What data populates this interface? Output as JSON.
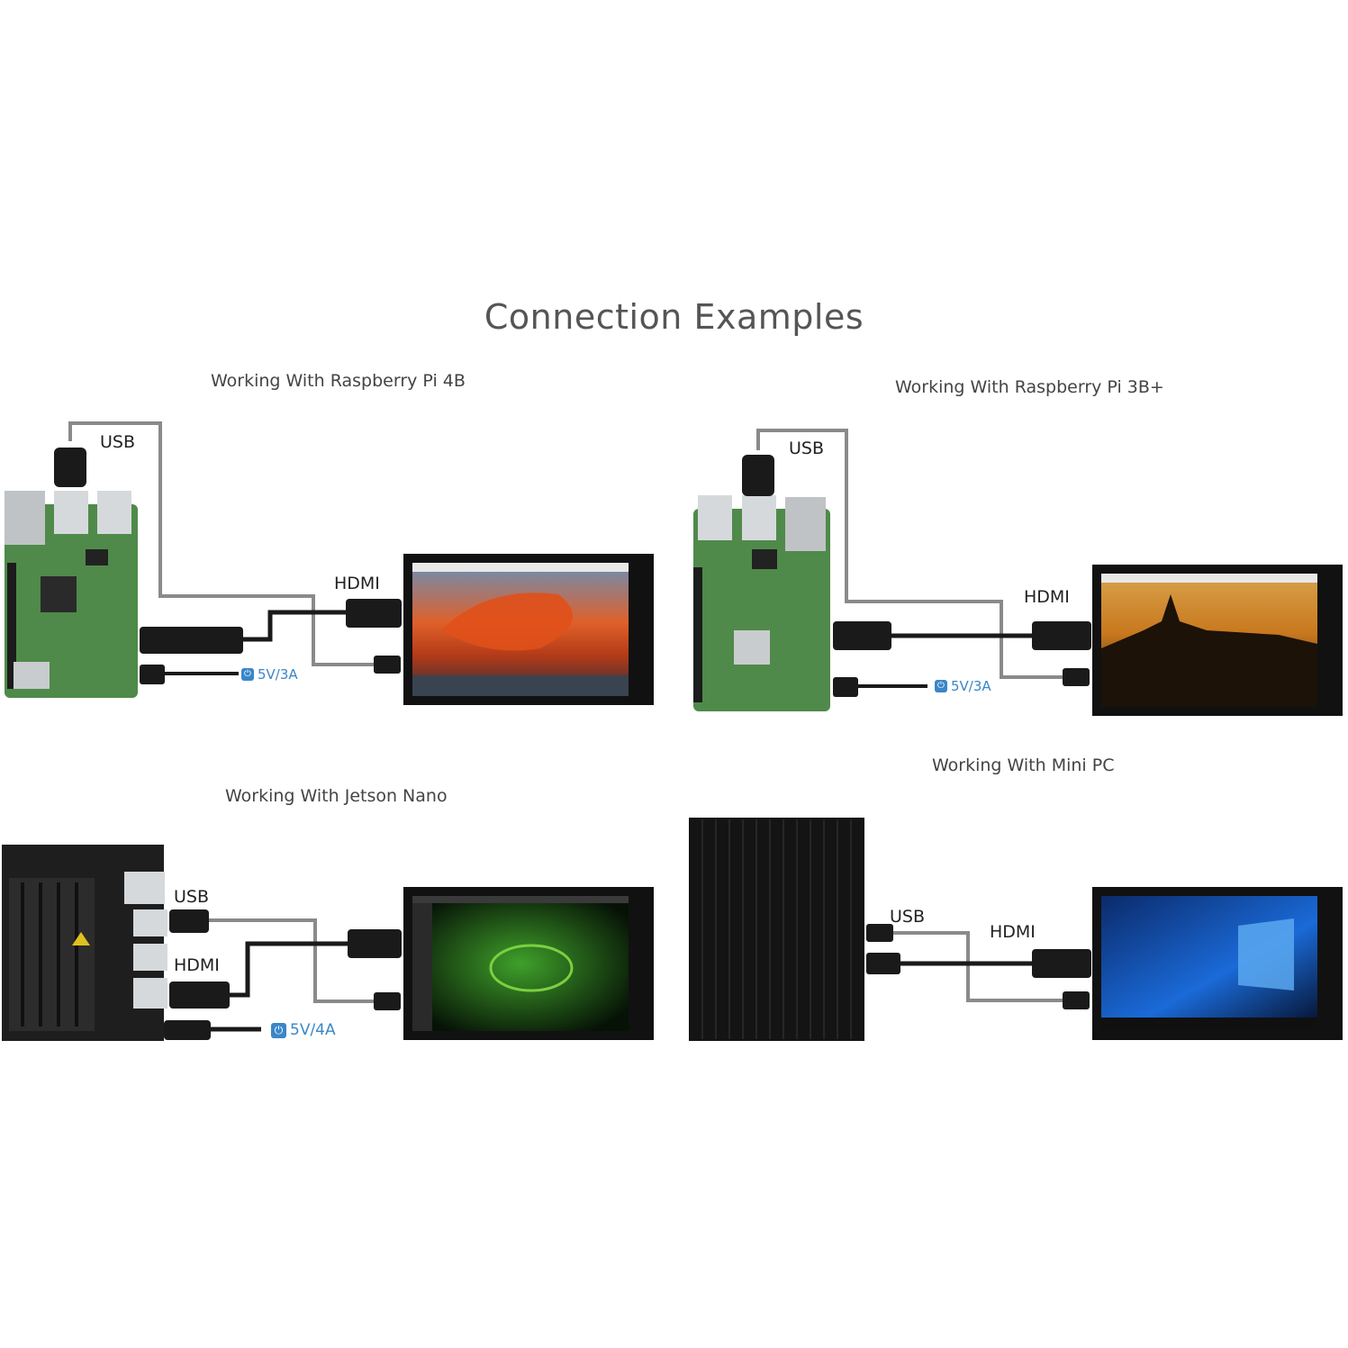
{
  "title": "Connection Examples",
  "examples": [
    {
      "title": "Working With Raspberry Pi 4B",
      "usb": "USB",
      "hdmi": "HDMI",
      "power": "5V/3A"
    },
    {
      "title": "Working With Raspberry Pi 3B+",
      "usb": "USB",
      "hdmi": "HDMI",
      "power": "5V/3A"
    },
    {
      "title": "Working With Jetson Nano",
      "usb": "USB",
      "hdmi": "HDMI",
      "power": "5V/4A"
    },
    {
      "title": "Working With Mini PC",
      "usb": "USB",
      "hdmi": "HDMI"
    }
  ],
  "colors": {
    "pcb_green": "#4f8a4a",
    "cable_black": "#1a1a1a",
    "usb_cable_gray": "#8a8a8a",
    "power_blue": "#3a86c8",
    "screen_frame": "#111111"
  }
}
